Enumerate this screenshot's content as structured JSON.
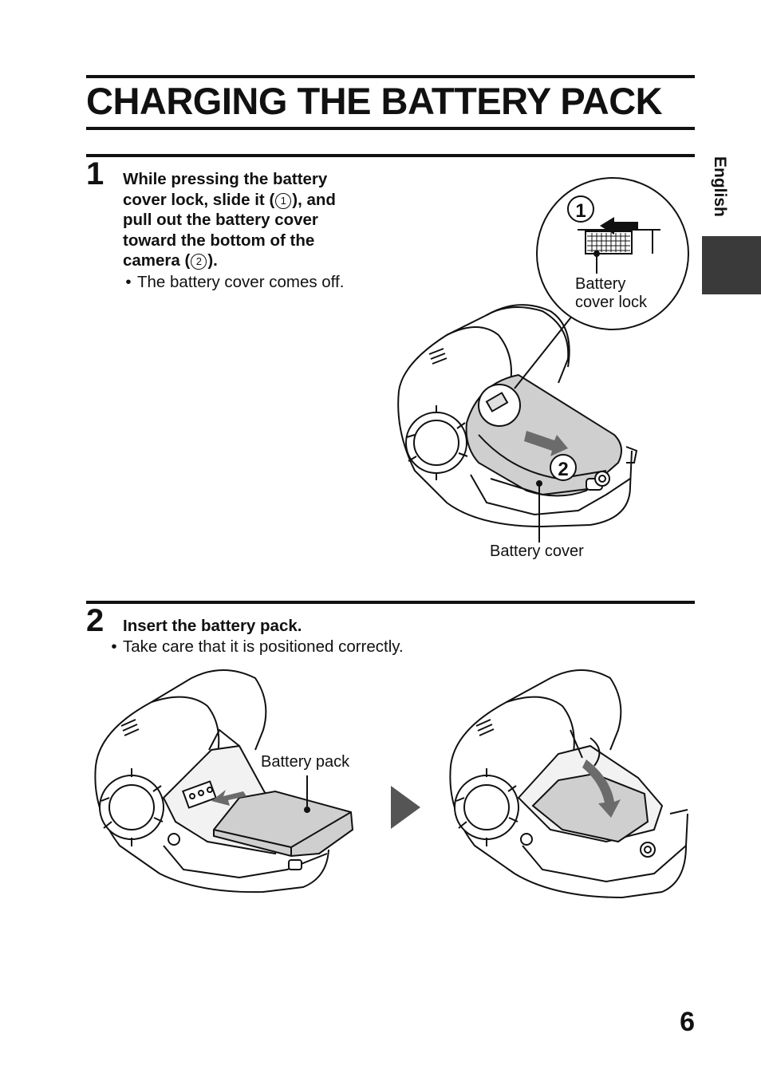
{
  "title": "CHARGING THE BATTERY PACK",
  "side_tab": {
    "label": "English"
  },
  "page_number": "6",
  "step1": {
    "number": "1",
    "text_part1": "While pressing the battery cover lock, slide it (",
    "marker1": "1",
    "text_part2": "), and pull out the battery cover toward the bottom of the camera (",
    "marker2": "2",
    "text_part3": ").",
    "bullet": "The battery cover comes off.",
    "illustration": {
      "callout_number_1": "1",
      "callout_number_2": "2",
      "label_lock": "Battery cover lock",
      "label_cover": "Battery cover"
    }
  },
  "step2": {
    "number": "2",
    "text": "Insert the battery pack.",
    "bullet": "Take care that it is positioned correctly.",
    "illustration": {
      "label_pack": "Battery pack"
    }
  },
  "colors": {
    "text": "#111111",
    "tab": "#3a3a3a",
    "shade": "#cfcfcf",
    "arrow": "#6b6b6b"
  }
}
